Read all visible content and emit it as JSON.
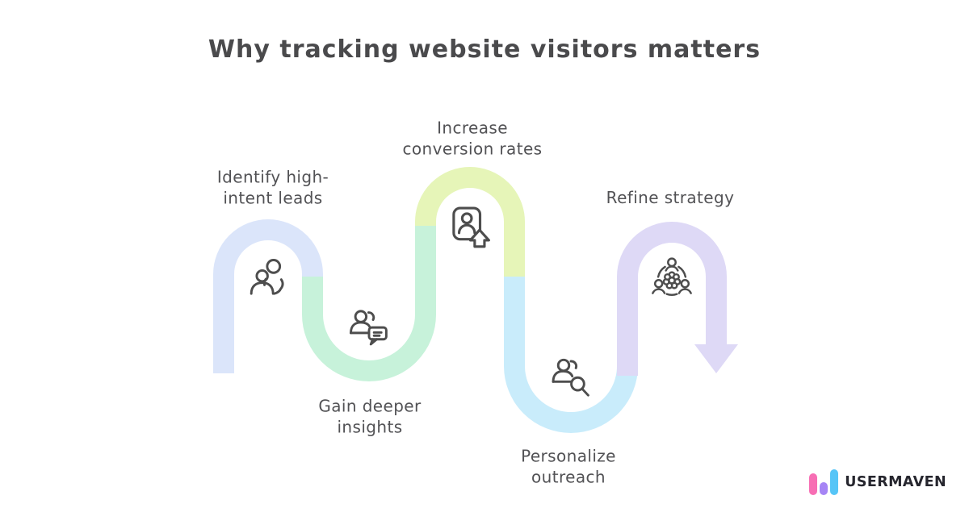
{
  "title": "Why tracking website visitors matters",
  "steps": [
    {
      "label": "Identify high-\nintent leads",
      "icon": "user-group-icon",
      "color": "#dbe5fa"
    },
    {
      "label": "Gain deeper\ninsights",
      "icon": "user-chat-icon",
      "color": "#c7f2da"
    },
    {
      "label": "Increase\nconversion rates",
      "icon": "profile-upgrade-icon",
      "color": "#e6f5b8"
    },
    {
      "label": "Personalize\noutreach",
      "icon": "user-search-icon",
      "color": "#c9ecfb"
    },
    {
      "label": "Refine strategy",
      "icon": "team-gear-icon",
      "color": "#ded9f6"
    }
  ],
  "brand": {
    "wordmark": "USERMAVEN",
    "bar_colors": [
      "#f76eb4",
      "#a685f5",
      "#56c5f7"
    ]
  }
}
